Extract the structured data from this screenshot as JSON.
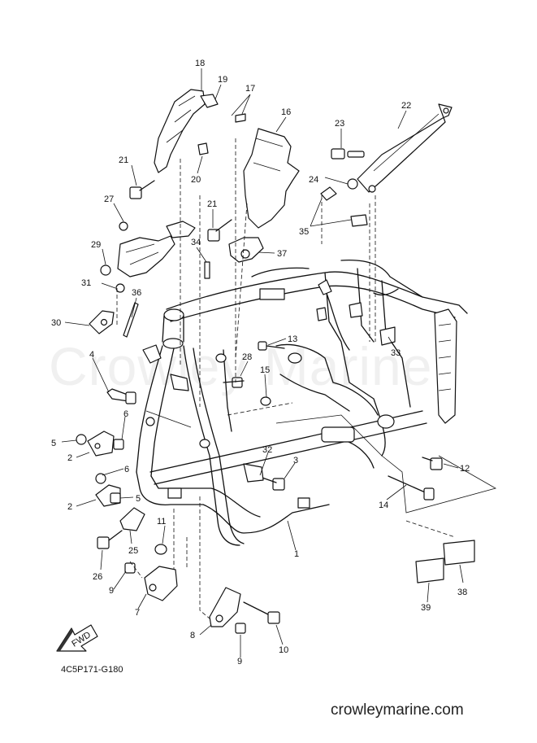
{
  "diagram_code": "4C5P171-G180",
  "watermark": "Crowley Marine",
  "footer_site": "crowleymarine.com",
  "fwd_label": "FWD",
  "callouts": [
    {
      "id": "c1",
      "text": "1"
    },
    {
      "id": "c2a",
      "text": "2"
    },
    {
      "id": "c2b",
      "text": "2"
    },
    {
      "id": "c3",
      "text": "3"
    },
    {
      "id": "c4",
      "text": "4"
    },
    {
      "id": "c5a",
      "text": "5"
    },
    {
      "id": "c5b",
      "text": "5"
    },
    {
      "id": "c6a",
      "text": "6"
    },
    {
      "id": "c6b",
      "text": "6"
    },
    {
      "id": "c7",
      "text": "7"
    },
    {
      "id": "c8",
      "text": "8"
    },
    {
      "id": "c9a",
      "text": "9"
    },
    {
      "id": "c9b",
      "text": "9"
    },
    {
      "id": "c10",
      "text": "10"
    },
    {
      "id": "c11",
      "text": "11"
    },
    {
      "id": "c12",
      "text": "12"
    },
    {
      "id": "c13",
      "text": "13"
    },
    {
      "id": "c14",
      "text": "14"
    },
    {
      "id": "c15",
      "text": "15"
    },
    {
      "id": "c16",
      "text": "16"
    },
    {
      "id": "c17",
      "text": "17"
    },
    {
      "id": "c18",
      "text": "18"
    },
    {
      "id": "c19",
      "text": "19"
    },
    {
      "id": "c20",
      "text": "20"
    },
    {
      "id": "c21a",
      "text": "21"
    },
    {
      "id": "c21b",
      "text": "21"
    },
    {
      "id": "c22",
      "text": "22"
    },
    {
      "id": "c23",
      "text": "23"
    },
    {
      "id": "c24",
      "text": "24"
    },
    {
      "id": "c25",
      "text": "25"
    },
    {
      "id": "c26",
      "text": "26"
    },
    {
      "id": "c27",
      "text": "27"
    },
    {
      "id": "c28",
      "text": "28"
    },
    {
      "id": "c29",
      "text": "29"
    },
    {
      "id": "c30",
      "text": "30"
    },
    {
      "id": "c31",
      "text": "31"
    },
    {
      "id": "c32",
      "text": "32"
    },
    {
      "id": "c33",
      "text": "33"
    },
    {
      "id": "c34",
      "text": "34"
    },
    {
      "id": "c35",
      "text": "35"
    },
    {
      "id": "c36",
      "text": "36"
    },
    {
      "id": "c37",
      "text": "37"
    },
    {
      "id": "c38",
      "text": "38"
    },
    {
      "id": "c39",
      "text": "39"
    }
  ]
}
